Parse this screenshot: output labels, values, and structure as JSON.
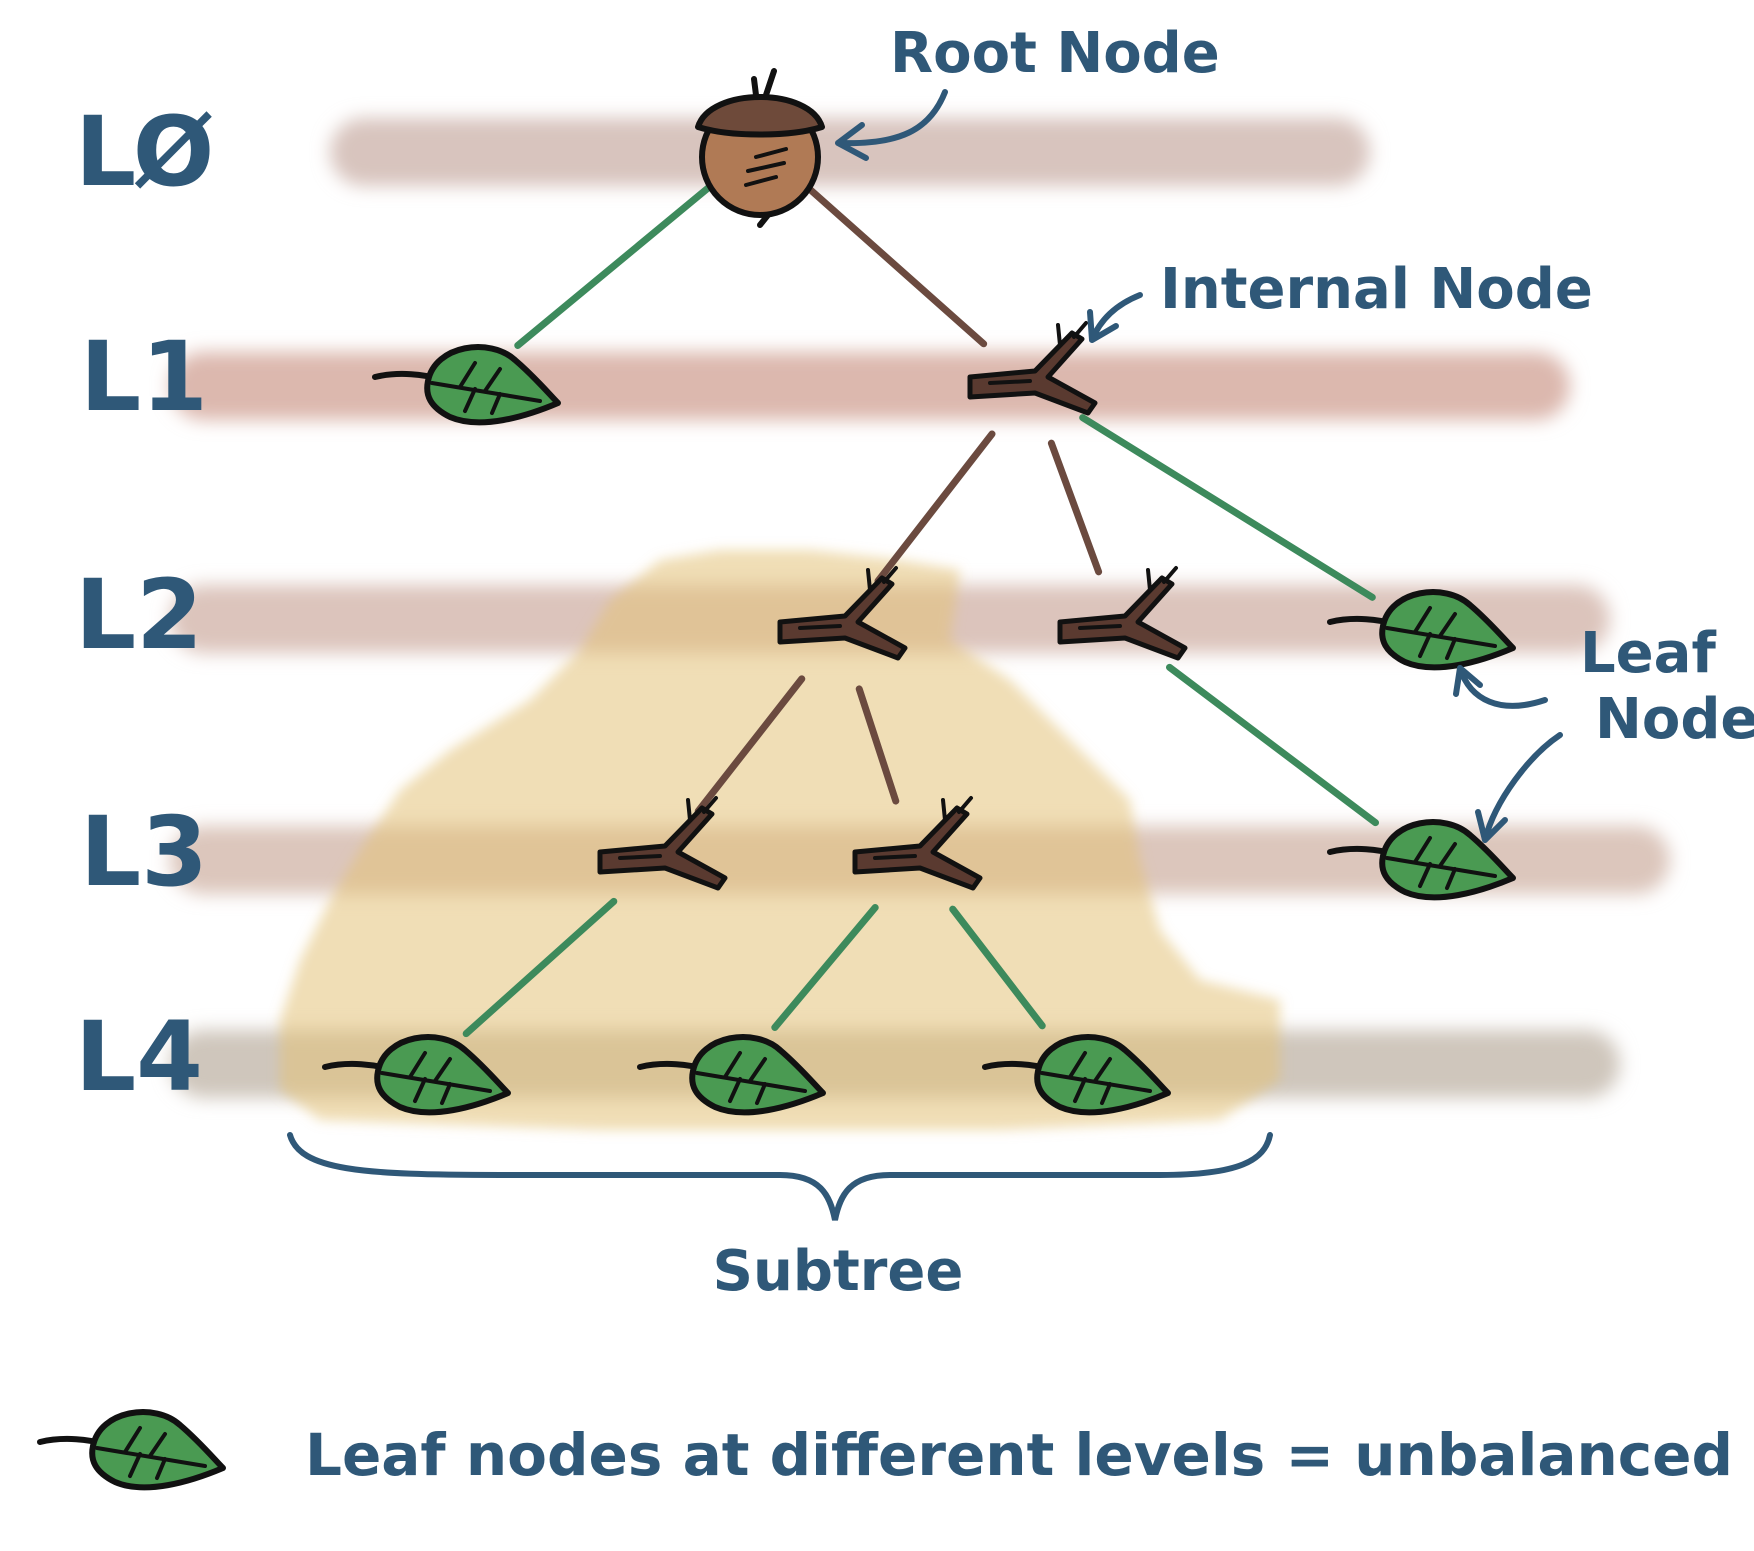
{
  "levels": [
    "LØ",
    "L1",
    "L2",
    "L3",
    "L4"
  ],
  "labels": {
    "root": "Root Node",
    "internal": "Internal Node",
    "leaf_line1": "Leaf",
    "leaf_line2": "Node",
    "subtree": "Subtree"
  },
  "legend": {
    "icon": "leaf-icon",
    "text": "Leaf nodes at different levels = unbalanced"
  },
  "nodes": [
    {
      "id": "root",
      "type": "root",
      "icon": "acorn-icon",
      "level": 0
    },
    {
      "id": "l1a",
      "type": "leaf",
      "icon": "leaf-icon",
      "level": 1
    },
    {
      "id": "l1b",
      "type": "internal",
      "icon": "branch-icon",
      "level": 1
    },
    {
      "id": "l2a",
      "type": "internal",
      "icon": "branch-icon",
      "level": 2
    },
    {
      "id": "l2b",
      "type": "internal",
      "icon": "branch-icon",
      "level": 2
    },
    {
      "id": "l2c",
      "type": "leaf",
      "icon": "leaf-icon",
      "level": 2
    },
    {
      "id": "l3a",
      "type": "internal",
      "icon": "branch-icon",
      "level": 3
    },
    {
      "id": "l3b",
      "type": "internal",
      "icon": "branch-icon",
      "level": 3
    },
    {
      "id": "l3c",
      "type": "leaf",
      "icon": "leaf-icon",
      "level": 3
    },
    {
      "id": "l4a",
      "type": "leaf",
      "icon": "leaf-icon",
      "level": 4
    },
    {
      "id": "l4b",
      "type": "leaf",
      "icon": "leaf-icon",
      "level": 4
    },
    {
      "id": "l4c",
      "type": "leaf",
      "icon": "leaf-icon",
      "level": 4
    }
  ],
  "edges": [
    {
      "from": "root",
      "to": "l1a"
    },
    {
      "from": "root",
      "to": "l1b"
    },
    {
      "from": "l1b",
      "to": "l2a"
    },
    {
      "from": "l1b",
      "to": "l2b"
    },
    {
      "from": "l1b",
      "to": "l2c"
    },
    {
      "from": "l2a",
      "to": "l3a"
    },
    {
      "from": "l2a",
      "to": "l3b"
    },
    {
      "from": "l2b",
      "to": "l3c"
    },
    {
      "from": "l3a",
      "to": "l4a"
    },
    {
      "from": "l3b",
      "to": "l4b"
    },
    {
      "from": "l3b",
      "to": "l4c"
    }
  ],
  "subtree_root": "l2a",
  "colors": {
    "ink": "#2f5878",
    "leaf_edge": "#3d8a5c",
    "branch_edge": "#6b4a3f",
    "leaf_fill": "#4a9a52",
    "acorn_fill": "#b07a55",
    "acorn_cap": "#6e4a3a",
    "branch_fill": "#5a3a30",
    "subtree_highlight": "#e3c27a"
  }
}
